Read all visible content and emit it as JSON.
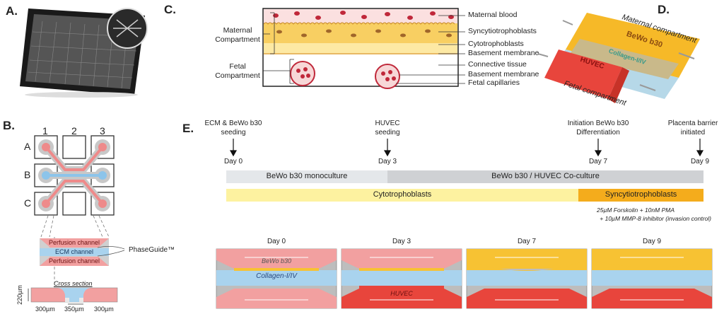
{
  "panels": {
    "a": {
      "label": "A."
    },
    "b": {
      "label": "B.",
      "columns": [
        "1",
        "2",
        "3"
      ],
      "rows": [
        "A",
        "B",
        "C"
      ],
      "channels": {
        "top": "Perfusion channel",
        "middle": "ECM channel",
        "bottom": "Perfusion channel"
      },
      "phaseguide": "PhaseGuide™",
      "cross_section": "Cross section",
      "height": "220µm",
      "widths": [
        "300µm",
        "350µm",
        "300µm"
      ]
    },
    "c": {
      "label": "C.",
      "left_labels": [
        "Maternal Compartment",
        "Fetal Compartment"
      ],
      "right_labels": [
        "Maternal blood",
        "Syncytiotrophoblasts",
        "Cytotrophoblasts",
        "Basement membrane",
        "Connective tissue",
        "Basement membrane",
        "Fetal capillaries"
      ]
    },
    "d": {
      "label": "D.",
      "maternal": "Maternal compartment",
      "bewo": "BeWo b30",
      "collagen": "Collagen-I/IV",
      "huvec": "HUVEC",
      "fetal": "Fetal compartment"
    },
    "e": {
      "label": "E.",
      "events": [
        {
          "line1": "ECM & BeWo b30",
          "line2": "seeding",
          "day": "Day 0"
        },
        {
          "line1": "HUVEC",
          "line2": "seeding",
          "day": "Day 3"
        },
        {
          "line1": "Initiation BeWo b30",
          "line2": "Differentiation",
          "day": "Day 7"
        },
        {
          "line1": "Placenta barrier",
          "line2": "initiated",
          "day": "Day 9"
        }
      ],
      "culture_bars": [
        "BeWo b30 monoculture",
        "BeWo b30 / HUVEC Co-culture"
      ],
      "cell_bars": [
        "Cytotrophoblasts",
        "Syncytiotrophoblasts"
      ],
      "treatment": [
        "25µM Forskolin + 10nM PMA",
        "+ 10µM MMP-8 inhibitor (invasion control)"
      ],
      "chips": [
        {
          "day": "Day 0",
          "top": "BeWo b30",
          "middle": "Collagen-I/IV",
          "bottom": ""
        },
        {
          "day": "Day 3",
          "top": "",
          "middle": "",
          "bottom": "HUVEC"
        },
        {
          "day": "Day 7",
          "top": "",
          "middle": "",
          "bottom": ""
        },
        {
          "day": "Day 9",
          "top": "",
          "middle": "",
          "bottom": ""
        }
      ]
    }
  },
  "colors": {
    "perfusion": "#f2a0a0",
    "ecm": "#a9d3ee",
    "cyto": "#fdf2a0",
    "syncytio": "#f4ac1c",
    "bewo": "#f7c233",
    "huvec": "#e8453c",
    "grey_bar_light": "#e4e7ea",
    "grey_bar": "#cfd1d4"
  }
}
